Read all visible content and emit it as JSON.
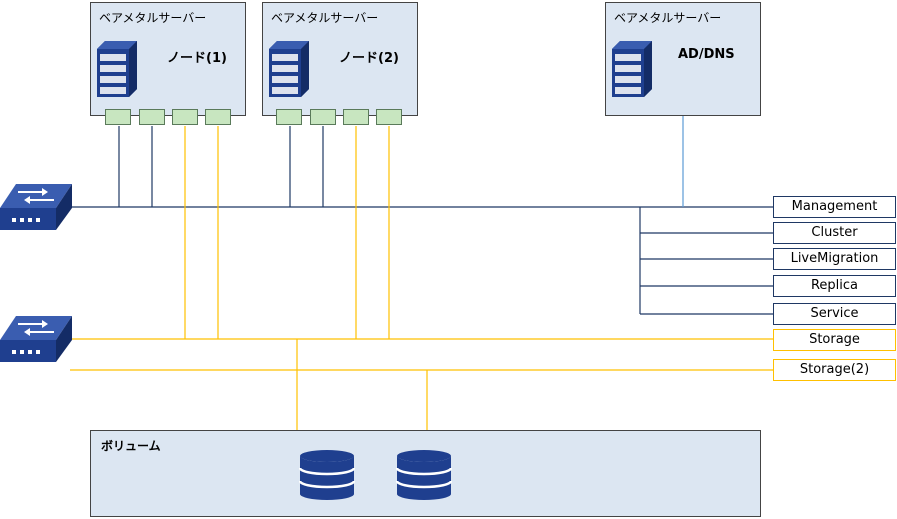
{
  "servers": [
    {
      "title": "ベアメタルサーバー",
      "label": "ノード(1)"
    },
    {
      "title": "ベアメタルサーバー",
      "label": "ノード(2)"
    },
    {
      "title": "ベアメタルサーバー",
      "label": "AD/DNS"
    }
  ],
  "networks": {
    "management": "Management",
    "cluster": "Cluster",
    "livemigration": "LiveMigration",
    "replica": "Replica",
    "service": "Service",
    "storage": "Storage",
    "storage2": "Storage(2)"
  },
  "volume": {
    "title": "ボリューム"
  },
  "colors": {
    "management_line": "#1f3864",
    "storage_line": "#ffc000",
    "ad_line": "#5b9bd5",
    "box_fill": "#dce6f2",
    "icon": "#1f3f8f"
  },
  "icons": [
    "server-icon",
    "network-switch-icon",
    "database-icon"
  ]
}
